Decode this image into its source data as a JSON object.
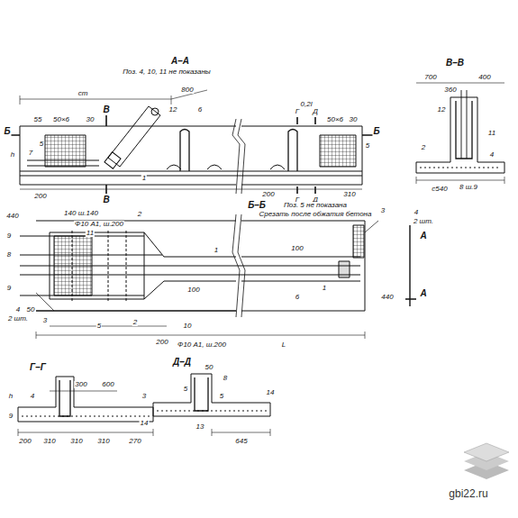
{
  "diagram": {
    "labels": [
      "А–А",
      "Поз. 4, 10, 11 не показаны",
      "ст",
      "800",
      "12",
      "6",
      "Г",
      "Д",
      "0,2l",
      "Г",
      "Д",
      "50×6",
      "50×6",
      "55",
      "30",
      "30",
      "Б",
      "Б",
      "7",
      "5",
      "5",
      "В",
      "В",
      "1",
      "200",
      "200",
      "310",
      "13",
      "h",
      "В–В",
      "700",
      "400",
      "360",
      "12",
      "11",
      "2",
      "4",
      "8 ш.9",
      "с540",
      "Б–Б",
      "Поз. 5 не показана",
      "Срезать после обжатия бетона",
      "140 ш.140",
      "Ф10 А1, ш.200",
      "Ф10 А1, ш.200",
      "440",
      "11",
      "2",
      "9",
      "8",
      "9",
      "4",
      "2 шт.",
      "3",
      "50",
      "2",
      "5",
      "200",
      "10",
      "1",
      "100",
      "100",
      "6",
      "1",
      "3",
      "4",
      "2 шт.",
      "440",
      "А",
      "А",
      "L",
      "Г–Г",
      "300",
      "600",
      "4",
      "h",
      "9",
      "200",
      "310",
      "310",
      "310",
      "270",
      "Д–Д",
      "50",
      "5",
      "8",
      "5",
      "3",
      "14",
      "13",
      "14",
      "645",
      "gbi22.ru"
    ]
  }
}
